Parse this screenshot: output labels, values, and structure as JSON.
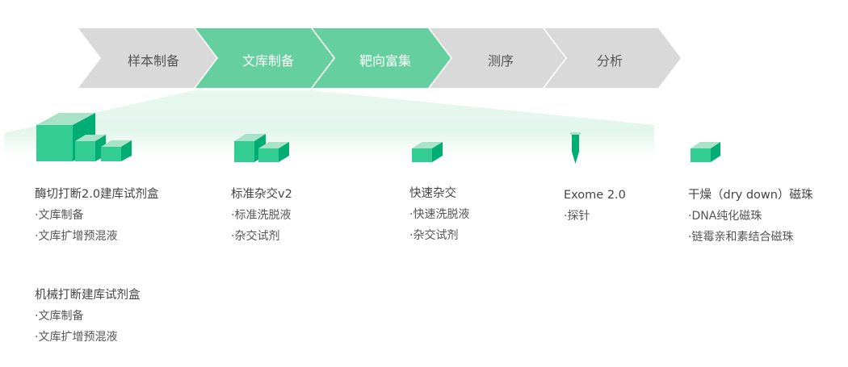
{
  "steps": [
    {
      "label": "样本制备",
      "active": false
    },
    {
      "label": "文库制备",
      "active": true
    },
    {
      "label": "靶向富集",
      "active": true
    },
    {
      "label": "测序",
      "active": false
    },
    {
      "label": "分析",
      "active": false
    }
  ],
  "colors": {
    "active": "#66cf9f",
    "inactive": "#d9d9d9",
    "cube": "#33cc92",
    "cube_dark": "#00ad72",
    "cube_top": "#a8e2c9"
  },
  "products": [
    {
      "title": "酶切打断2.0建库试剂盒",
      "items": [
        "·文库制备",
        "·文库扩增预混液"
      ]
    },
    {
      "title": "机械打断建库试剂盒",
      "items": [
        "·文库制备",
        "·文库扩增预混液"
      ]
    },
    {
      "title": "标准杂交v2",
      "items": [
        "·标准洗脱液",
        "·杂交试剂"
      ]
    },
    {
      "title": "快速杂交",
      "items": [
        "·快速洗脱液",
        "·杂交试剂"
      ]
    },
    {
      "title": "Exome 2.0",
      "items": [
        "·探针"
      ]
    },
    {
      "title": "干燥（dry down）磁珠",
      "items": [
        "·DNA纯化磁珠",
        "·链霉亲和素结合磁珠"
      ]
    }
  ]
}
